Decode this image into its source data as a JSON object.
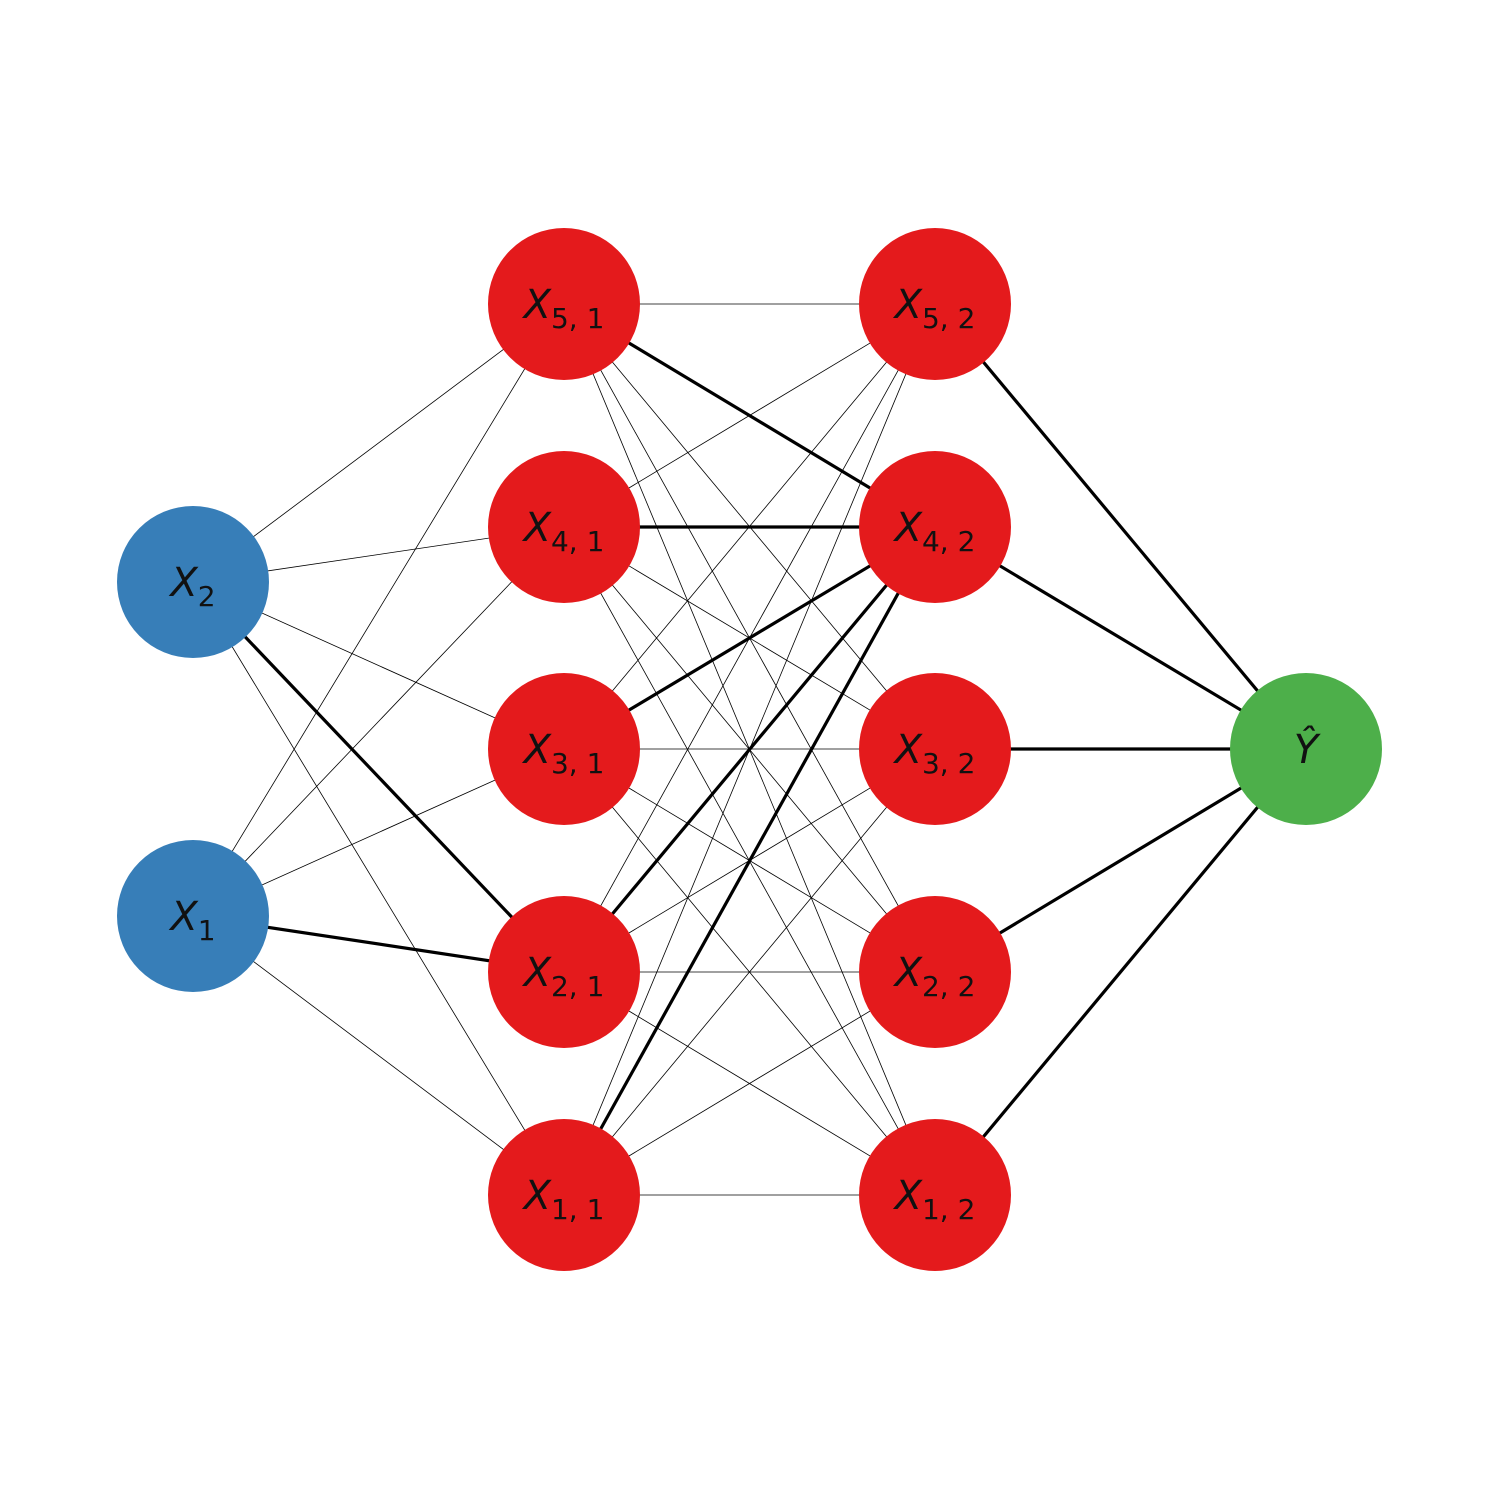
{
  "network": {
    "colors": {
      "input": "#377eb8",
      "hidden": "#e41a1c",
      "output": "#4daf4a",
      "edge": "#000000",
      "background": "#ffffff"
    },
    "layers": [
      {
        "name": "input",
        "nodes": [
          {
            "id": "x2",
            "symbol": "X",
            "sub": "2"
          },
          {
            "id": "x1",
            "symbol": "X",
            "sub": "1"
          }
        ]
      },
      {
        "name": "hidden-1",
        "nodes": [
          {
            "id": "h5_1",
            "symbol": "X",
            "sub": "5, 1"
          },
          {
            "id": "h4_1",
            "symbol": "X",
            "sub": "4, 1"
          },
          {
            "id": "h3_1",
            "symbol": "X",
            "sub": "3, 1"
          },
          {
            "id": "h2_1",
            "symbol": "X",
            "sub": "2, 1"
          },
          {
            "id": "h1_1",
            "symbol": "X",
            "sub": "1, 1"
          }
        ]
      },
      {
        "name": "hidden-2",
        "nodes": [
          {
            "id": "h5_2",
            "symbol": "X",
            "sub": "5, 2"
          },
          {
            "id": "h4_2",
            "symbol": "X",
            "sub": "4, 2"
          },
          {
            "id": "h3_2",
            "symbol": "X",
            "sub": "3, 2"
          },
          {
            "id": "h2_2",
            "symbol": "X",
            "sub": "2, 2"
          },
          {
            "id": "h1_2",
            "symbol": "X",
            "sub": "1, 2"
          }
        ]
      },
      {
        "name": "output",
        "nodes": [
          {
            "id": "yhat",
            "symbol": "Ŷ",
            "sub": ""
          }
        ]
      }
    ],
    "edges": [
      {
        "from": "x2",
        "to": "h5_1",
        "weight": "thin"
      },
      {
        "from": "x2",
        "to": "h4_1",
        "weight": "thin"
      },
      {
        "from": "x2",
        "to": "h3_1",
        "weight": "thin"
      },
      {
        "from": "x2",
        "to": "h2_1",
        "weight": "thick"
      },
      {
        "from": "x2",
        "to": "h1_1",
        "weight": "thin"
      },
      {
        "from": "x1",
        "to": "h5_1",
        "weight": "thin"
      },
      {
        "from": "x1",
        "to": "h4_1",
        "weight": "thin"
      },
      {
        "from": "x1",
        "to": "h3_1",
        "weight": "thin"
      },
      {
        "from": "x1",
        "to": "h2_1",
        "weight": "thick"
      },
      {
        "from": "x1",
        "to": "h1_1",
        "weight": "thin"
      },
      {
        "from": "h5_1",
        "to": "h5_2",
        "weight": "thin"
      },
      {
        "from": "h5_1",
        "to": "h4_2",
        "weight": "thick"
      },
      {
        "from": "h5_1",
        "to": "h3_2",
        "weight": "thin"
      },
      {
        "from": "h5_1",
        "to": "h2_2",
        "weight": "thin"
      },
      {
        "from": "h5_1",
        "to": "h1_2",
        "weight": "thin"
      },
      {
        "from": "h4_1",
        "to": "h5_2",
        "weight": "thin"
      },
      {
        "from": "h4_1",
        "to": "h4_2",
        "weight": "thick"
      },
      {
        "from": "h4_1",
        "to": "h3_2",
        "weight": "thin"
      },
      {
        "from": "h4_1",
        "to": "h2_2",
        "weight": "thin"
      },
      {
        "from": "h4_1",
        "to": "h1_2",
        "weight": "thin"
      },
      {
        "from": "h3_1",
        "to": "h5_2",
        "weight": "thin"
      },
      {
        "from": "h3_1",
        "to": "h4_2",
        "weight": "thick"
      },
      {
        "from": "h3_1",
        "to": "h3_2",
        "weight": "thin"
      },
      {
        "from": "h3_1",
        "to": "h2_2",
        "weight": "thin"
      },
      {
        "from": "h3_1",
        "to": "h1_2",
        "weight": "thin"
      },
      {
        "from": "h2_1",
        "to": "h5_2",
        "weight": "thin"
      },
      {
        "from": "h2_1",
        "to": "h4_2",
        "weight": "thick"
      },
      {
        "from": "h2_1",
        "to": "h3_2",
        "weight": "thin"
      },
      {
        "from": "h2_1",
        "to": "h2_2",
        "weight": "thin"
      },
      {
        "from": "h2_1",
        "to": "h1_2",
        "weight": "thin"
      },
      {
        "from": "h1_1",
        "to": "h5_2",
        "weight": "thin"
      },
      {
        "from": "h1_1",
        "to": "h4_2",
        "weight": "thick"
      },
      {
        "from": "h1_1",
        "to": "h3_2",
        "weight": "thin"
      },
      {
        "from": "h1_1",
        "to": "h2_2",
        "weight": "thin"
      },
      {
        "from": "h1_1",
        "to": "h1_2",
        "weight": "thin"
      },
      {
        "from": "h5_2",
        "to": "yhat",
        "weight": "thick"
      },
      {
        "from": "h4_2",
        "to": "yhat",
        "weight": "thick"
      },
      {
        "from": "h3_2",
        "to": "yhat",
        "weight": "thick"
      },
      {
        "from": "h2_2",
        "to": "yhat",
        "weight": "thick"
      },
      {
        "from": "h1_2",
        "to": "yhat",
        "weight": "thick"
      }
    ]
  }
}
